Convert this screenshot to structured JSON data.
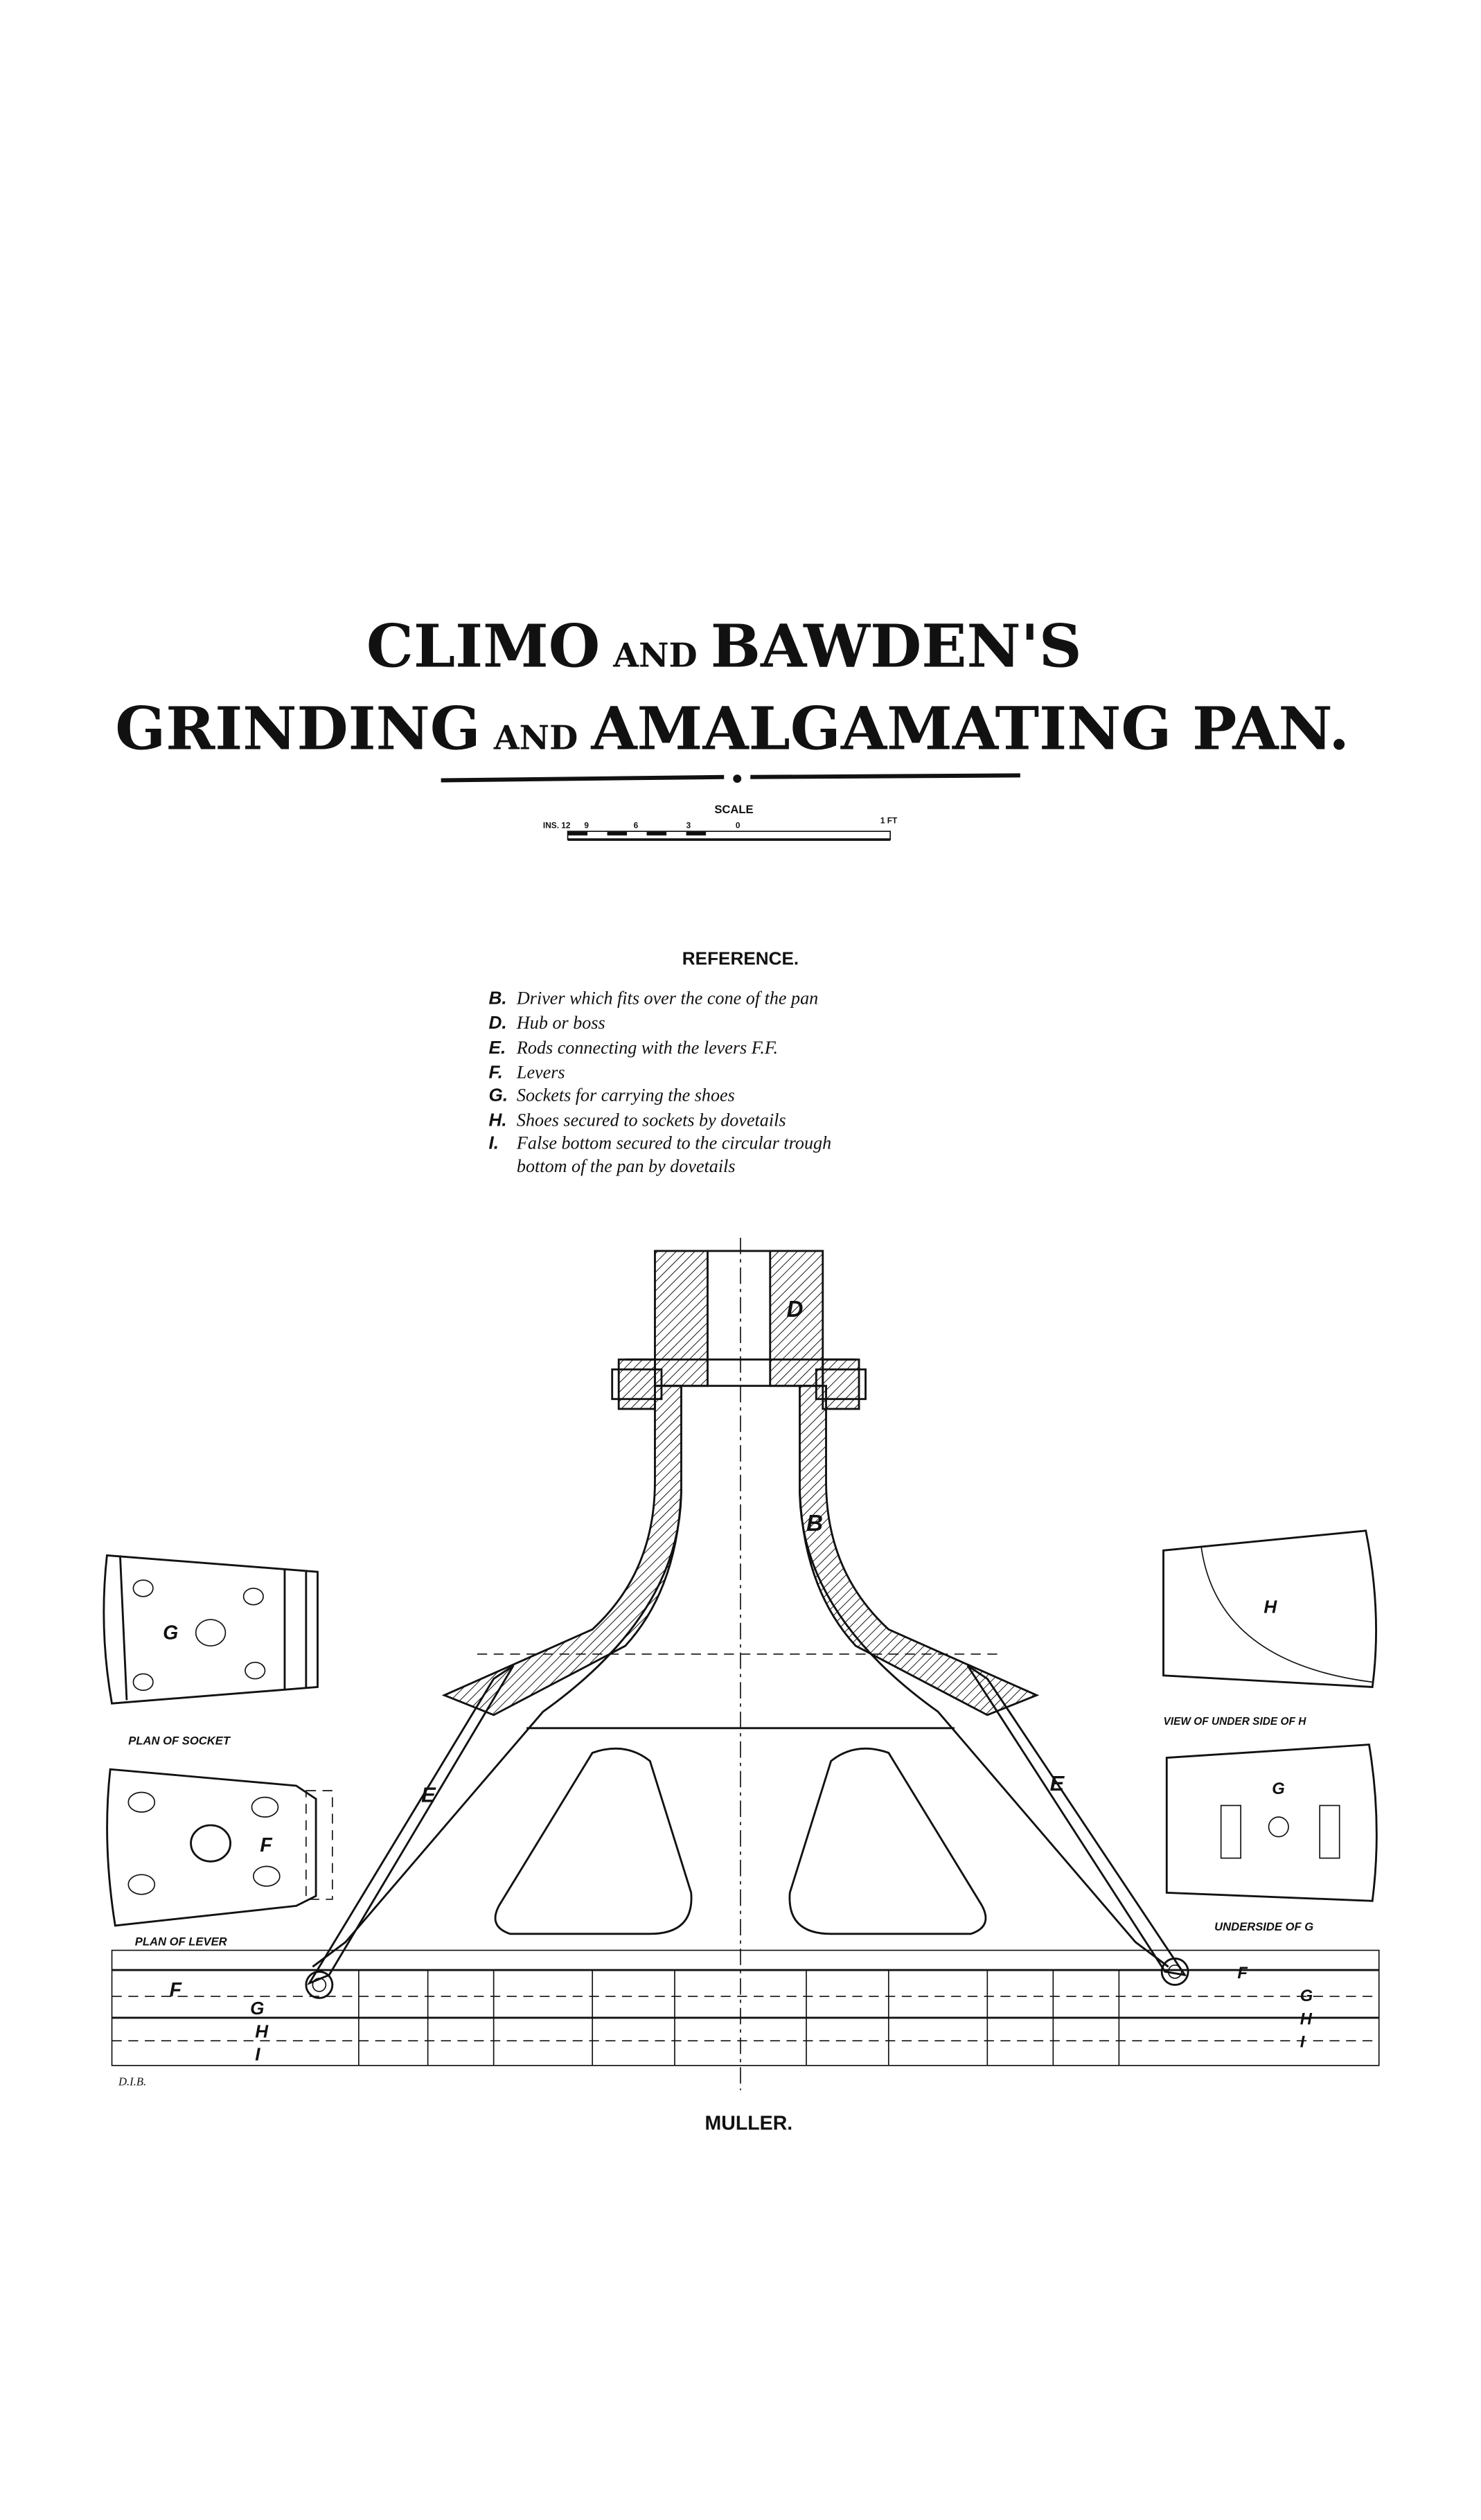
{
  "title": {
    "line1_a": "CLIMO",
    "line1_and": "AND",
    "line1_b": "BAWDEN'S",
    "line2_a": "GRINDING",
    "line2_and": "AND",
    "line2_b": "AMALGAMATING PAN."
  },
  "scale": {
    "label": "SCALE",
    "ticks": [
      "INS. 12",
      "9",
      "6",
      "3",
      "0",
      "1 FT"
    ]
  },
  "reference": {
    "heading": "REFERENCE.",
    "items": [
      {
        "key": "B.",
        "text": "Driver which fits over the cone of the pan"
      },
      {
        "key": "D.",
        "text": "Hub or boss"
      },
      {
        "key": "E.",
        "text": "Rods connecting with the levers F.F."
      },
      {
        "key": "F.",
        "text": "Levers"
      },
      {
        "key": "G.",
        "text": "Sockets for carrying the shoes"
      },
      {
        "key": "H.",
        "text": "Shoes secured to sockets by dovetails"
      },
      {
        "key": "I.",
        "text": "False bottom secured to the circular trough"
      },
      {
        "key": "",
        "text": "bottom of the pan by dovetails"
      }
    ]
  },
  "drawing": {
    "labels": {
      "D": "D",
      "B": "B",
      "E": "E",
      "F": "F",
      "G": "G",
      "H": "H",
      "I": "I"
    },
    "captions": {
      "plan_socket": "PLAN OF SOCKET",
      "plan_lever": "PLAN OF LEVER",
      "view_under_h": "VIEW OF UNDER SIDE OF H",
      "underside_g": "UNDERSIDE OF G"
    },
    "initials": "D.I.B.",
    "caption": "MULLER."
  }
}
